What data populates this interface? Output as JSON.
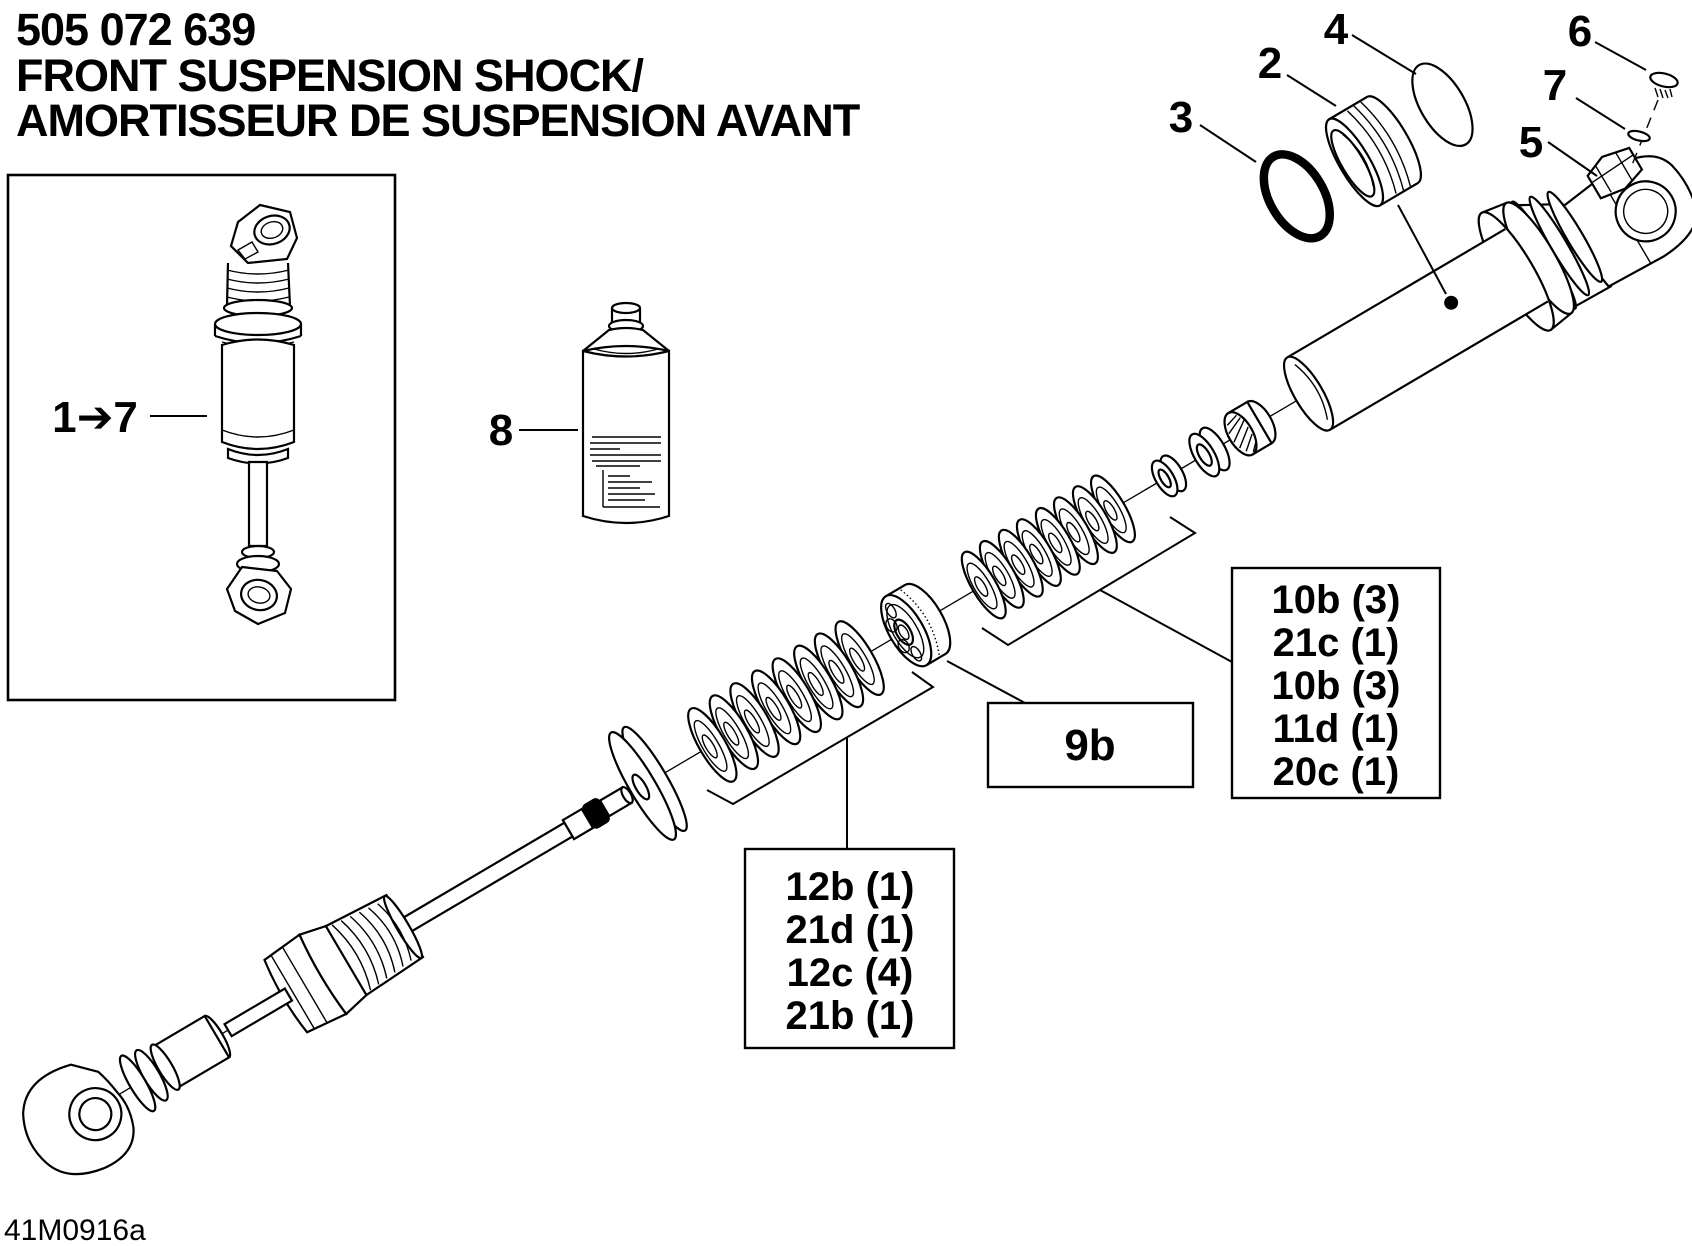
{
  "title": {
    "part_number": "505 072 639",
    "line1": "FRONT SUSPENSION SHOCK/",
    "line2": "AMORTISSEUR DE SUSPENSION AVANT"
  },
  "drawing_code": "41M0916a",
  "inset": {
    "label": "1➔7"
  },
  "callouts": {
    "c2": "2",
    "c3": "3",
    "c4": "4",
    "c5": "5",
    "c6": "6",
    "c7": "7",
    "c8": "8"
  },
  "boxes": {
    "shim_box_upper": {
      "lines": [
        "10b (3)",
        "21c (1)",
        "10b (3)",
        "11d (1)",
        "20c (1)"
      ]
    },
    "spring_box": {
      "label": "9b"
    },
    "shim_box_lower": {
      "lines": [
        "12b (1)",
        "21d (1)",
        "12c (4)",
        "21b (1)"
      ]
    }
  },
  "colors": {
    "ink": "#000000",
    "paper": "#ffffff"
  }
}
